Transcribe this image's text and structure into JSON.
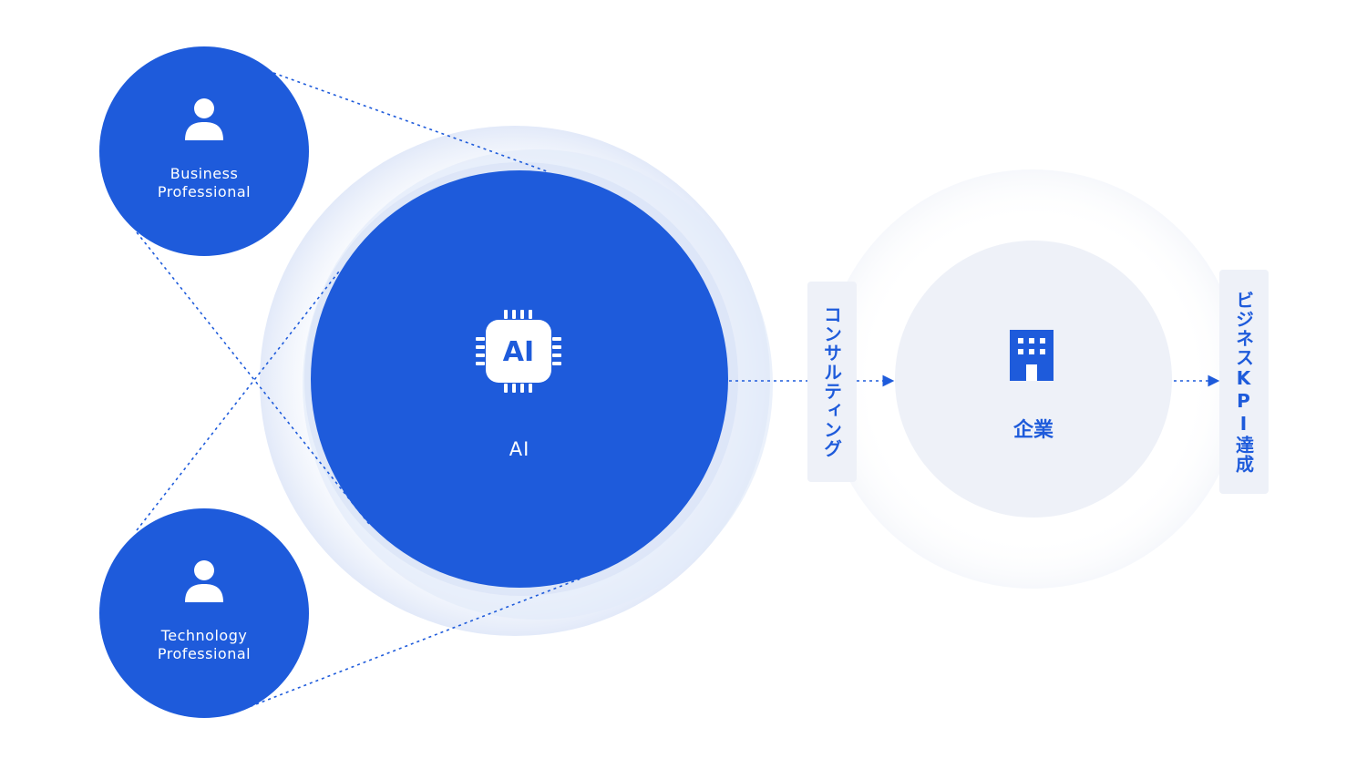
{
  "nodes": {
    "business": {
      "line1": "Business",
      "line2": "Professional",
      "icon": "person-icon"
    },
    "technology": {
      "line1": "Technology",
      "line2": "Professional",
      "icon": "person-icon"
    },
    "ai": {
      "label": "AI",
      "chip_text": "AI",
      "icon": "ai-chip-icon"
    },
    "consulting": {
      "label": "コンサルティング"
    },
    "company": {
      "label": "企業",
      "icon": "building-icon"
    },
    "kpi": {
      "label": "ビジネスKPI達成"
    }
  },
  "colors": {
    "primary": "#1e5bdb",
    "halo": "#dfe7f8",
    "company_bg": "#eef1f8",
    "tag_bg": "#eef1f8"
  }
}
